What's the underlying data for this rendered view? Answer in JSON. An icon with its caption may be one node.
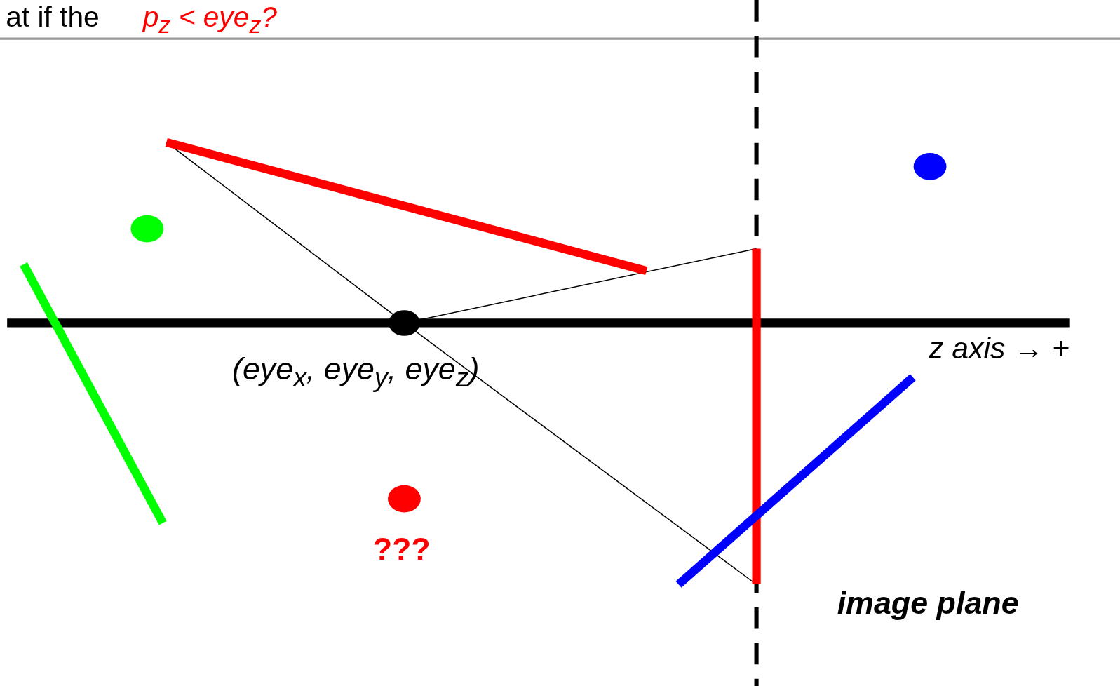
{
  "diagram": {
    "labels": [
      "at if the",
      "p$_{z}$ < eye$_{z}$?",
      "(eye$_{x}$, eye$_{y}$, eye$_{z}$)",
      "z axis → +",
      "???",
      "image plane"
    ]
  }
}
